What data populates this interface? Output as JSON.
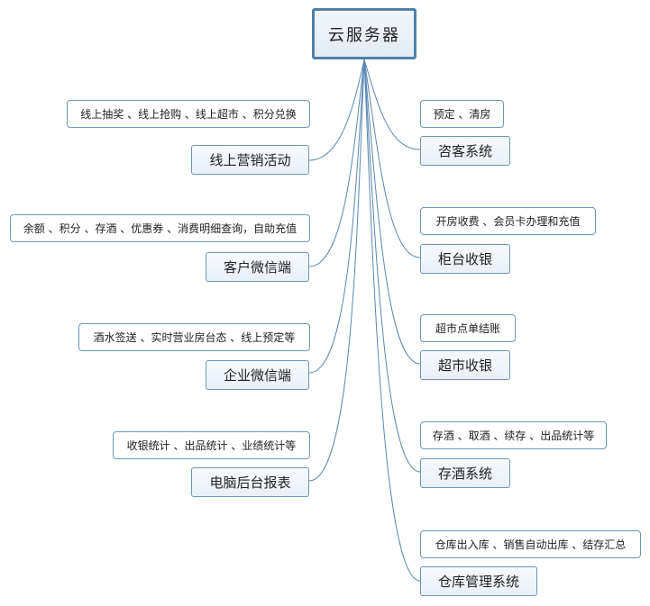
{
  "root": {
    "label": "云服务器"
  },
  "left": [
    {
      "topic": "线上营销活动",
      "note": "线上抽奖 、线上抢购 、线上超市 、积分兑换"
    },
    {
      "topic": "客户微信端",
      "note": "余额 、积分 、存酒 、优惠券 、消费明细查询，自助充值"
    },
    {
      "topic": "企业微信端",
      "note": "酒水签送 、实时营业房台态 、线上预定等"
    },
    {
      "topic": "电脑后台报表",
      "note": "收银统计 、出品统计 、业绩统计等"
    }
  ],
  "right": [
    {
      "topic": "咨客系统",
      "note": "预定 、清房"
    },
    {
      "topic": "柜台收银",
      "note": "开房收费 、会员卡办理和充值"
    },
    {
      "topic": "超市收银",
      "note": "超市点单结账"
    },
    {
      "topic": "存酒系统",
      "note": "存酒 、取酒 、续存 、出品统计等"
    },
    {
      "topic": "仓库管理系统",
      "note": "仓库出入库 、销售自动出库 、结存汇总"
    }
  ],
  "colors": {
    "line": "#5b87b0",
    "border": "#6f95b8",
    "root_border": "#4f81a6"
  }
}
